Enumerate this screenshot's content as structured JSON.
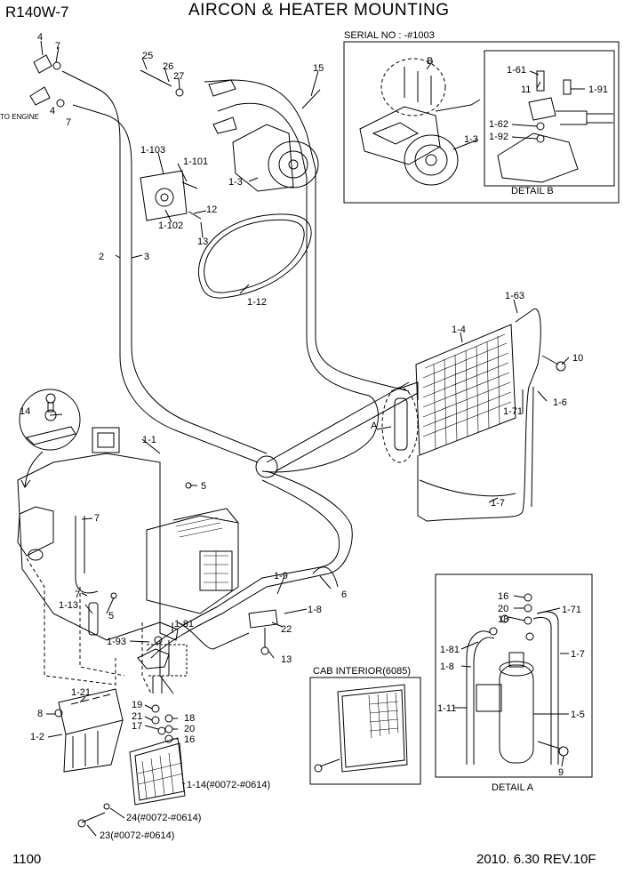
{
  "header": {
    "model": "R140W-7",
    "title": "AIRCON & HEATER MOUNTING"
  },
  "footer": {
    "page_number": "1100",
    "revision": "2010. 6.30  REV.10F"
  },
  "serial_box": {
    "title": "SERIAL NO : -#1003",
    "detail_b_title": "DETAIL B",
    "labels": [
      "B",
      "1-3",
      "1-61",
      "11",
      "1-91",
      "1-62",
      "1-92"
    ]
  },
  "cab_interior": {
    "title": "CAB INTERIOR(6085)"
  },
  "detail_a": {
    "title": "DETAIL A",
    "labels": [
      "16",
      "20",
      "18",
      "1-71",
      "1-81",
      "1-7",
      "1-8",
      "1-11",
      "1-5",
      "9"
    ]
  },
  "callouts": [
    "4",
    "7",
    "4",
    "7",
    "TO ENGINE",
    "25",
    "26",
    "27",
    "15",
    "1-103",
    "1-101",
    "1-3",
    "12",
    "1-102",
    "13",
    "2",
    "3",
    "1-12",
    "1-63",
    "1-4",
    "10",
    "1-71",
    "1-6",
    "A",
    "14",
    "1-1",
    "5",
    "7",
    "1-7",
    "1-9",
    "6",
    "7",
    "1-13",
    "5",
    "1-81",
    "1-8",
    "22",
    "1-93",
    "13",
    "1-21",
    "8",
    "1-2",
    "19",
    "21",
    "18",
    "17",
    "20",
    "16",
    "1-14(#0072-#0614)",
    "24(#0072-#0614)",
    "23(#0072-#0614)"
  ]
}
